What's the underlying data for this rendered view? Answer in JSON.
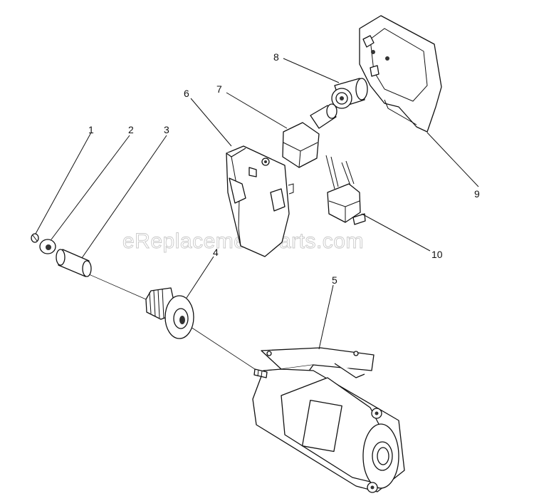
{
  "watermark": "eReplacementParts.com",
  "callouts": [
    "1",
    "2",
    "3",
    "4",
    "5",
    "6",
    "7",
    "8",
    "9",
    "10"
  ]
}
